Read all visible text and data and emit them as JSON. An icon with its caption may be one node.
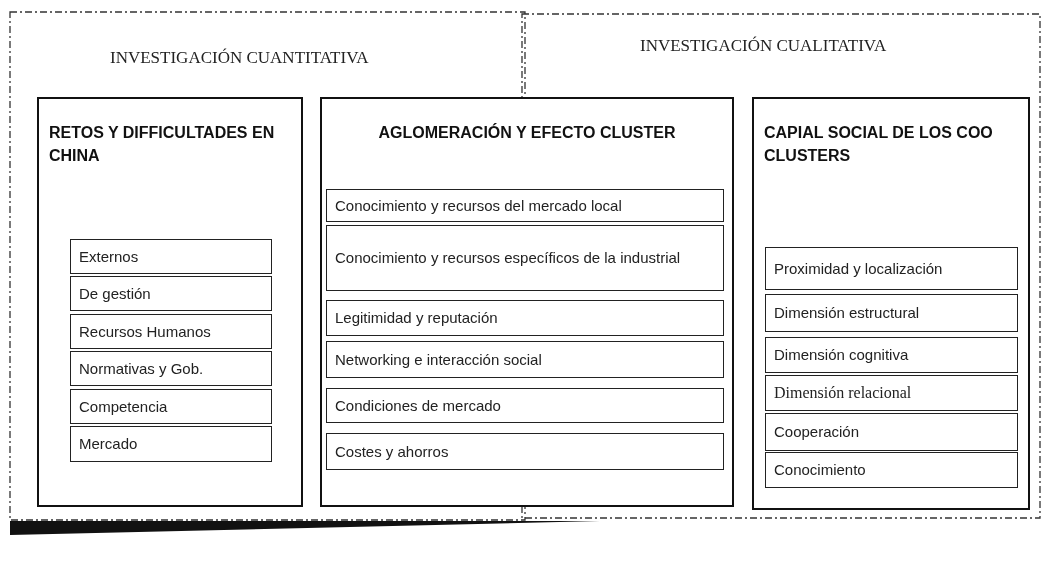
{
  "diagram": {
    "nodes": [
      {
        "text": [
          "INVESTIGACIÓN CUANTITATIVA"
        ]
      },
      {
        "text": [
          "INVESTIGACIÓN CUALITATIVA"
        ]
      },
      {
        "text": [
          "RETOS Y DIFFICULTADES EN CHINA"
        ],
        "in": 0
      },
      {
        "text": [
          "Externos"
        ],
        "in": 2
      },
      {
        "text": [
          "De gestión"
        ],
        "in": 2
      },
      {
        "text": [
          "Recursos Humanos"
        ],
        "in": 2
      },
      {
        "text": [
          "Normativas y Gob."
        ],
        "in": 2
      },
      {
        "text": [
          "Competencia"
        ],
        "in": 2
      },
      {
        "text": [
          "Mercado"
        ],
        "in": 2
      },
      {
        "text": [
          "AGLOMERACIÓN Y EFECTO CLUSTER"
        ]
      },
      {
        "text": [
          "Conocimiento y recursos del mercado local"
        ],
        "in": 9
      },
      {
        "text": [
          "Conocimiento y recursos específicos de la industrial"
        ],
        "in": 9
      },
      {
        "text": [
          "Legitimidad y reputación"
        ],
        "in": 9
      },
      {
        "text": [
          "Networking e interacción social"
        ],
        "in": 9
      },
      {
        "text": [
          "Condiciones de mercado"
        ],
        "in": 9
      },
      {
        "text": [
          "Costes y ahorros"
        ],
        "in": 9
      },
      {
        "text": [
          "CAPIAL SOCIAL DE LOS COO CLUSTERS"
        ],
        "in": 1
      },
      {
        "text": [
          "Proximidad y localización"
        ],
        "in": 16
      },
      {
        "text": [
          "Dimensión estructural"
        ],
        "in": 16
      },
      {
        "text": [
          "Dimensión cognitiva"
        ],
        "in": 16
      },
      {
        "text": [
          "Dimensión relacional"
        ],
        "in": 16
      },
      {
        "text": [
          "Cooperación"
        ],
        "in": 16
      },
      {
        "text": [
          "Conocimiento"
        ],
        "in": 16
      },
      {
        "text": [],
        "shape": "bar"
      }
    ]
  }
}
